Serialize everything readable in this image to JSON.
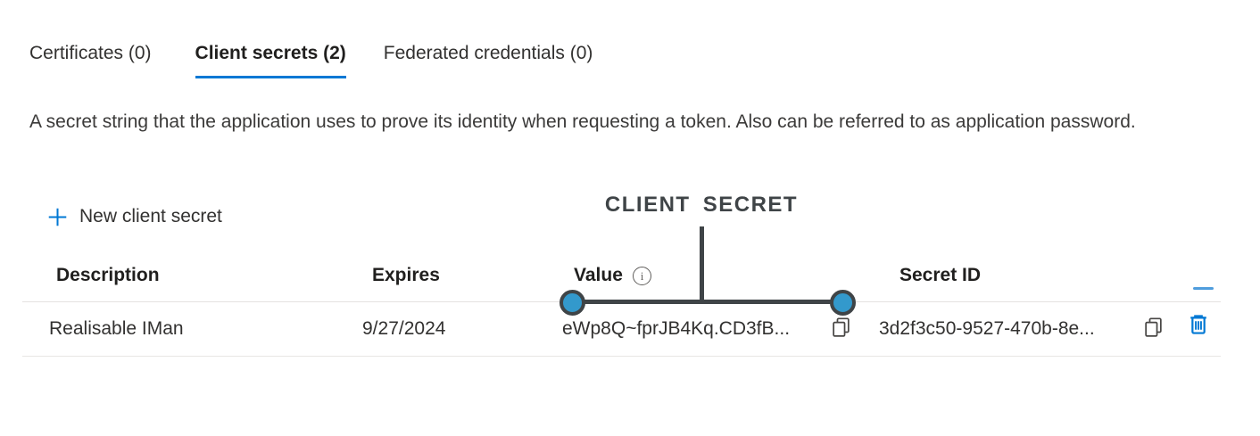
{
  "tabs": [
    {
      "label": "Certificates (0)",
      "selected": false
    },
    {
      "label": "Client secrets (2)",
      "selected": true
    },
    {
      "label": "Federated credentials (0)",
      "selected": false
    }
  ],
  "description": "A secret string that the application uses to prove its identity when requesting a token. Also can be referred to as application password.",
  "toolbar": {
    "new_client_secret_label": "New client secret"
  },
  "annotation": {
    "label": "CLIENT SECRET"
  },
  "icons": {
    "info_glyph": "i"
  },
  "table": {
    "headers": {
      "description": "Description",
      "expires": "Expires",
      "value": "Value",
      "secret_id": "Secret ID"
    },
    "rows": [
      {
        "description": "Realisable IMan",
        "expires": "9/27/2024",
        "value": "eWp8Q~fprJB4Kq.CD3fB...",
        "secret_id": "3d2f3c50-9527-470b-8e..."
      }
    ]
  },
  "colors": {
    "accent_blue": "#0078d4",
    "annotation_dark": "#3f4447",
    "annotation_circle_fill": "#3399cc",
    "text_primary": "#323130",
    "border_light": "#e4e2e0"
  }
}
